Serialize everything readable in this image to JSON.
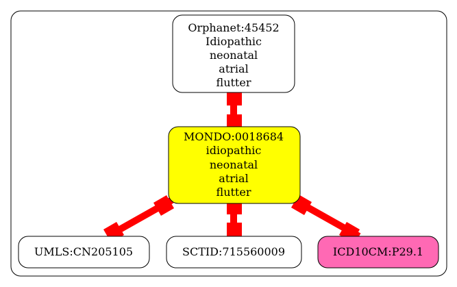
{
  "colors": {
    "edge": "#ff0000",
    "default_fill": "#ffffff",
    "central_fill": "#ffff00",
    "icd_fill": "#ff69b4",
    "border": "#000000"
  },
  "nodes": {
    "orphanet": {
      "lines": [
        "Orphanet:45452",
        "Idiopathic",
        "neonatal",
        "atrial",
        "flutter"
      ]
    },
    "mondo": {
      "lines": [
        "MONDO:0018684",
        "idiopathic",
        "neonatal",
        "atrial",
        "flutter"
      ]
    },
    "umls": {
      "lines": [
        "UMLS:CN205105"
      ]
    },
    "sctid": {
      "lines": [
        "SCTID:715560009"
      ]
    },
    "icd10cm": {
      "lines": [
        "ICD10CM:P29.1"
      ]
    }
  },
  "edges": [
    {
      "from": "orphanet",
      "to": "mondo"
    },
    {
      "from": "mondo",
      "to": "umls"
    },
    {
      "from": "mondo",
      "to": "sctid"
    },
    {
      "from": "mondo",
      "to": "icd10cm"
    }
  ]
}
